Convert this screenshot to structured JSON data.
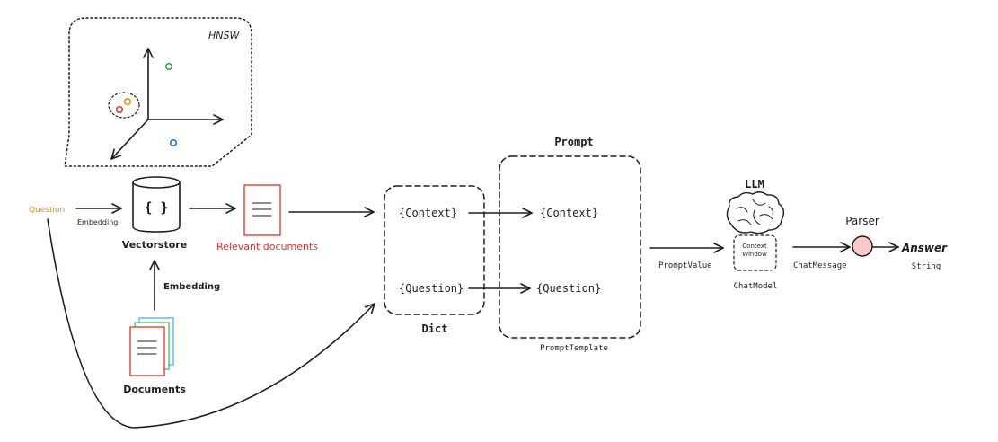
{
  "labels": {
    "hnsw": "HNSW",
    "question": "Question",
    "embedding_q": "Embedding",
    "vectorstore": "Vectorstore",
    "vectorstore_symbol": "{ }",
    "embedding_docs": "Embedding",
    "documents": "Documents",
    "relevant_documents": "Relevant documents",
    "dict": "Dict",
    "dict_context": "{Context}",
    "dict_question": "{Question}",
    "prompt": "Prompt",
    "prompt_context": "{Context}",
    "prompt_question": "{Question}",
    "prompt_template": "PromptTemplate",
    "prompt_value": "PromptValue",
    "llm": "LLM",
    "context_window_line1": "Context",
    "context_window_line2": "Window",
    "chat_model": "ChatModel",
    "chat_message": "ChatMessage",
    "parser": "Parser",
    "answer": "Answer",
    "string": "String"
  },
  "colors": {
    "ink": "#1e1e1e",
    "question": "#e8890c",
    "relevant": "#e03131",
    "doc_border": "#e03131",
    "cylinder_fill": "#d0ebff",
    "parser_fill": "#ffc9c9",
    "brain_fill": "#ffb3b8",
    "point_green": "#2f9e44",
    "point_orange": "#f08c00",
    "point_red": "#e03131",
    "point_blue": "#1971c2",
    "stack_green": "#40c057",
    "stack_blue": "#4dabf7"
  },
  "icons": {
    "vectorstore": "database-cylinder-icon",
    "documents": "document-stack-icon",
    "relevant": "document-icon",
    "llm": "brain-icon",
    "parser": "circle-node-icon"
  }
}
